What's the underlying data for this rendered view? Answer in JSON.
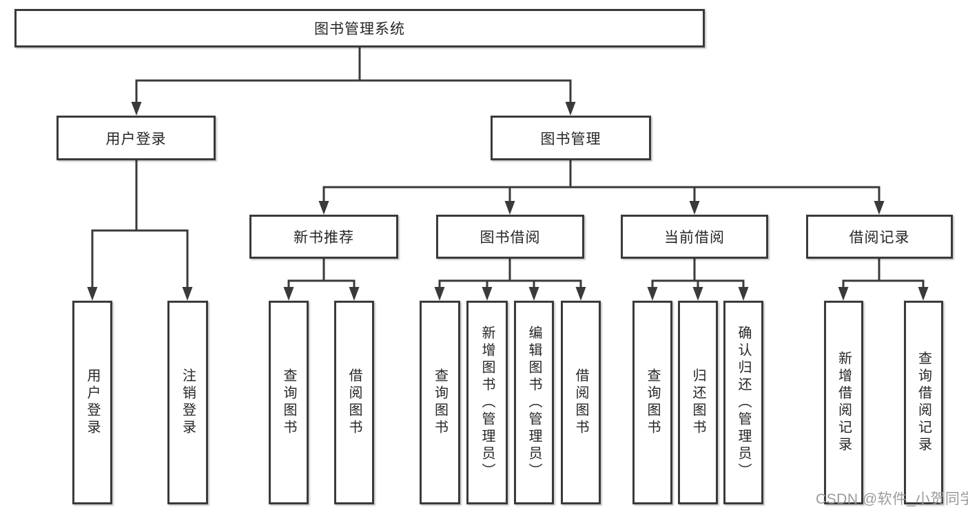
{
  "diagram": {
    "type": "tree-structure-diagram",
    "nodes": {
      "root": "图书管理系统",
      "user_login": "用户登录",
      "book_management": "图书管理",
      "new_book_recommend": "新书推荐",
      "book_borrow": "图书借阅",
      "current_borrow": "当前借阅",
      "borrow_records": "借阅记录",
      "leaves": {
        "user_login": [
          "用户登录",
          "注销登录"
        ],
        "new_book_recommend": [
          "查询图书",
          "借阅图书"
        ],
        "book_borrow": [
          "查询图书",
          "新增图书（管理员）",
          "编辑图书（管理员）",
          "借阅图书"
        ],
        "current_borrow": [
          "查询图书",
          "归还图书",
          "确认归还（管理员）"
        ],
        "borrow_records": [
          "新增借阅记录",
          "查询借阅记录"
        ]
      }
    },
    "edges": [
      [
        "图书管理系统",
        "用户登录"
      ],
      [
        "图书管理系统",
        "图书管理"
      ],
      [
        "用户登录",
        "用户登录"
      ],
      [
        "用户登录",
        "注销登录"
      ],
      [
        "图书管理",
        "新书推荐"
      ],
      [
        "图书管理",
        "图书借阅"
      ],
      [
        "图书管理",
        "当前借阅"
      ],
      [
        "图书管理",
        "借阅记录"
      ],
      [
        "新书推荐",
        "查询图书"
      ],
      [
        "新书推荐",
        "借阅图书"
      ],
      [
        "图书借阅",
        "查询图书"
      ],
      [
        "图书借阅",
        "新增图书（管理员）"
      ],
      [
        "图书借阅",
        "编辑图书（管理员）"
      ],
      [
        "图书借阅",
        "借阅图书"
      ],
      [
        "当前借阅",
        "查询图书"
      ],
      [
        "当前借阅",
        "归还图书"
      ],
      [
        "当前借阅",
        "确认归还（管理员）"
      ],
      [
        "借阅记录",
        "新增借阅记录"
      ],
      [
        "借阅记录",
        "查询借阅记录"
      ]
    ],
    "colors": {
      "line": "#3a3a3a",
      "text": "#262626",
      "background": "#ffffff",
      "watermark": "#9b9b9b"
    }
  },
  "watermark": {
    "text": "CSDN @软件_小贺同学"
  }
}
